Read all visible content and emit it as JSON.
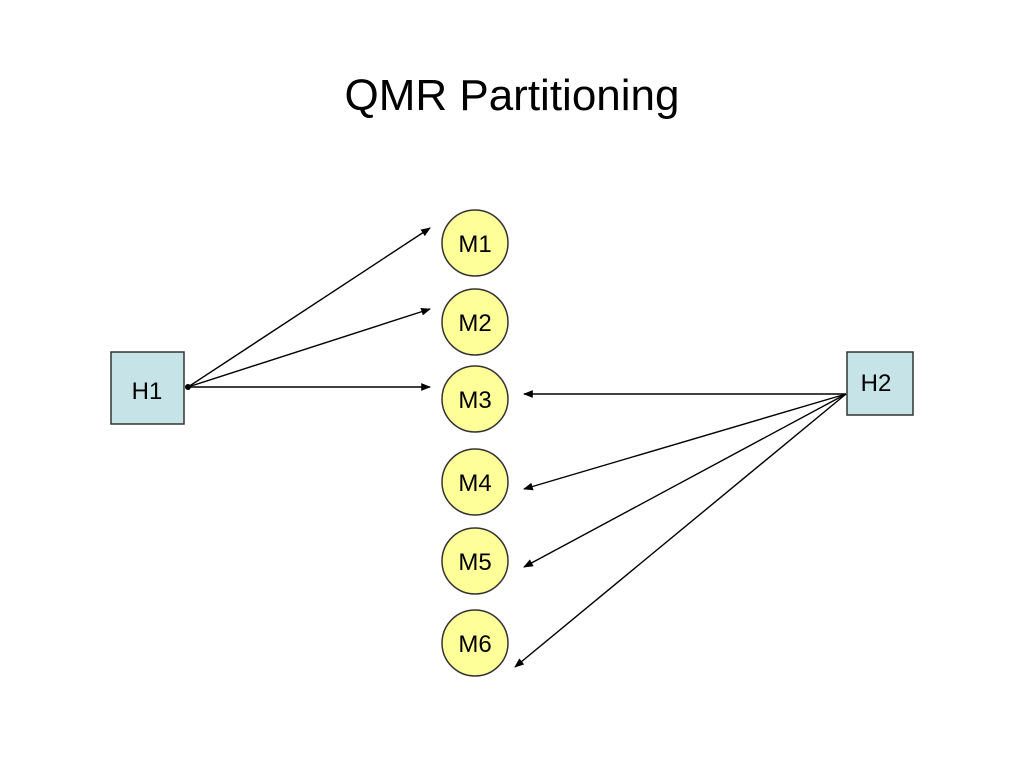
{
  "title": "QMR Partitioning",
  "colors": {
    "host_fill": "#c6e4e8",
    "machine_fill": "#ffff99",
    "stroke": "#000000",
    "background": "#ffffff"
  },
  "hosts": [
    {
      "id": "h1",
      "label": "H1"
    },
    {
      "id": "h2",
      "label": "H2"
    }
  ],
  "machines": [
    {
      "id": "m1",
      "label": "M1"
    },
    {
      "id": "m2",
      "label": "M2"
    },
    {
      "id": "m3",
      "label": "M3"
    },
    {
      "id": "m4",
      "label": "M4"
    },
    {
      "id": "m5",
      "label": "M5"
    },
    {
      "id": "m6",
      "label": "M6"
    }
  ],
  "edges": [
    {
      "from": "h1",
      "to": "m1"
    },
    {
      "from": "h1",
      "to": "m2"
    },
    {
      "from": "h1",
      "to": "m3"
    },
    {
      "from": "h2",
      "to": "m3"
    },
    {
      "from": "h2",
      "to": "m4"
    },
    {
      "from": "h2",
      "to": "m5"
    },
    {
      "from": "h2",
      "to": "m6"
    }
  ]
}
